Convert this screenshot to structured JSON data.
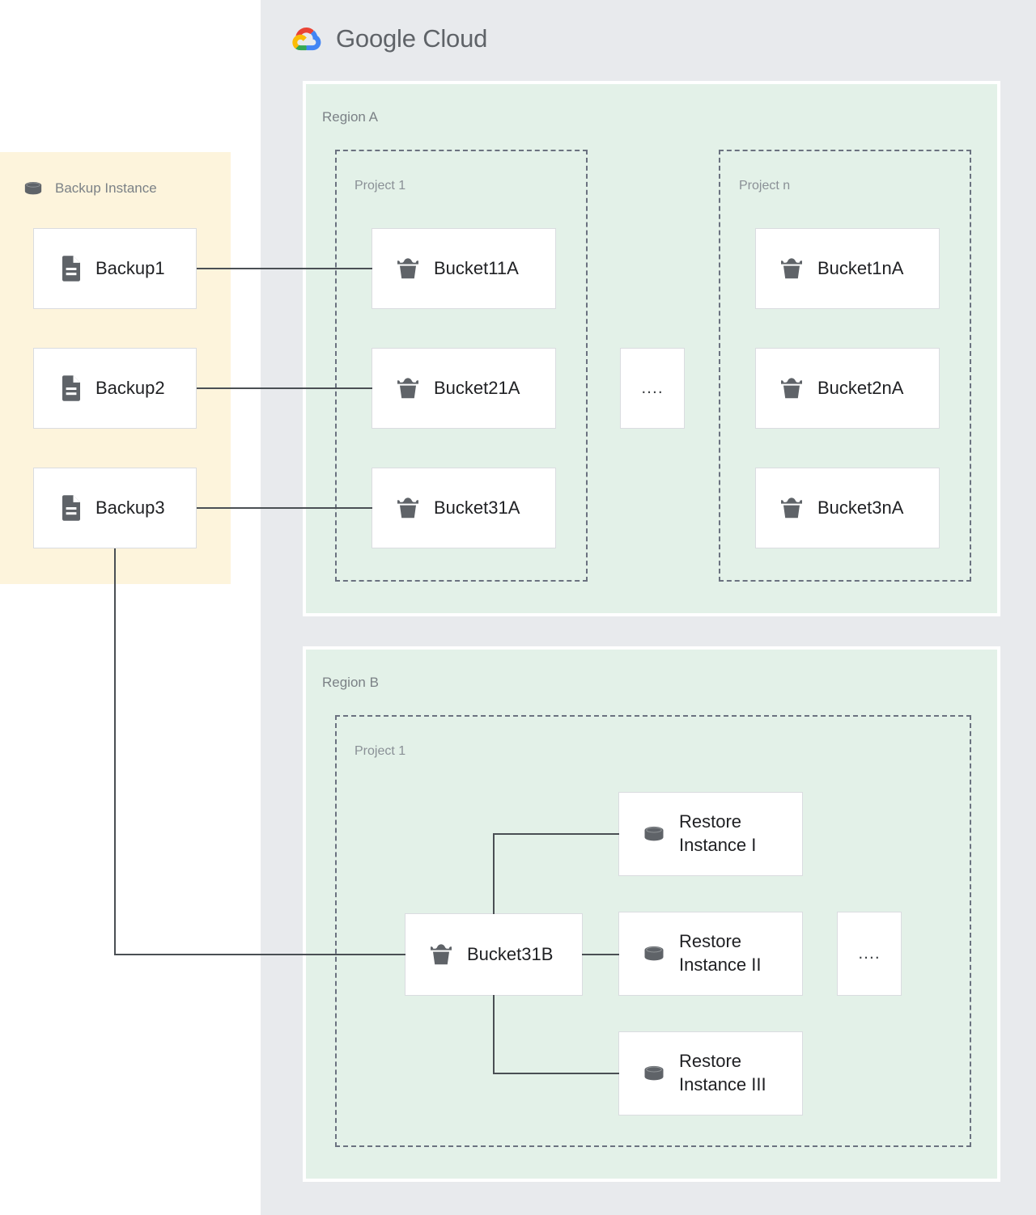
{
  "brand": {
    "name_part1": "Google",
    "name_part2": "Cloud",
    "logo_colors": {
      "red": "#ea4335",
      "blue": "#4285f4",
      "yellow": "#fbbc05",
      "green": "#34a853"
    }
  },
  "palette": {
    "cloud_panel_bg": "#e8eaed",
    "region_bg": "#e3f1e8",
    "backup_panel_bg": "#fdf4dc",
    "card_bg": "#ffffff",
    "card_border": "#dadce0",
    "icon_gray": "#5f6368",
    "connector": "#4a4f54",
    "label_gray": "#7b8186"
  },
  "backup_instance": {
    "title": "Backup Instance",
    "icon": "database-icon",
    "items": [
      {
        "label": "Backup1",
        "icon": "document-icon"
      },
      {
        "label": "Backup2",
        "icon": "document-icon"
      },
      {
        "label": "Backup3",
        "icon": "document-icon"
      }
    ]
  },
  "regions": [
    {
      "label": "Region A",
      "projects": [
        {
          "label": "Project 1",
          "items": [
            {
              "label": "Bucket11A",
              "icon": "bucket-icon"
            },
            {
              "label": "Bucket21A",
              "icon": "bucket-icon"
            },
            {
              "label": "Bucket31A",
              "icon": "bucket-icon"
            }
          ]
        },
        {
          "label": "Project n",
          "items": [
            {
              "label": "Bucket1nA",
              "icon": "bucket-icon"
            },
            {
              "label": "Bucket2nA",
              "icon": "bucket-icon"
            },
            {
              "label": "Bucket3nA",
              "icon": "bucket-icon"
            }
          ]
        }
      ],
      "ellipsis": "...."
    },
    {
      "label": "Region B",
      "projects": [
        {
          "label": "Project 1",
          "bucket": {
            "label": "Bucket31B",
            "icon": "bucket-icon"
          },
          "restores": [
            {
              "label": "Restore\nInstance I",
              "icon": "database-icon"
            },
            {
              "label": "Restore\nInstance II",
              "icon": "database-icon"
            },
            {
              "label": "Restore\nInstance III",
              "icon": "database-icon"
            }
          ]
        }
      ],
      "ellipsis": "...."
    }
  ]
}
